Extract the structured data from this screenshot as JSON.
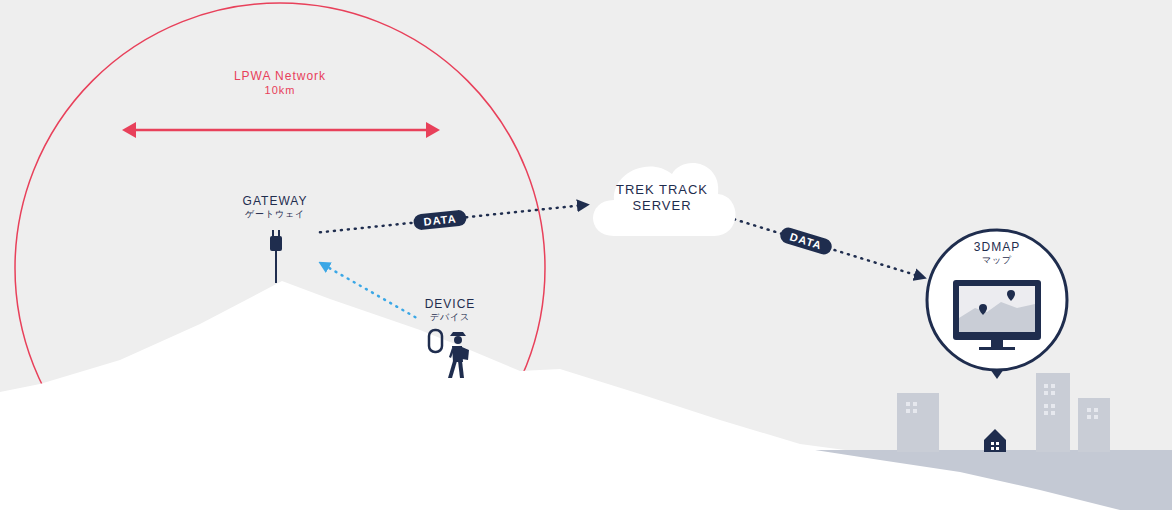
{
  "diagram": {
    "nodes": [
      {
        "text": [
          "LPWA Network",
          "10km"
        ]
      },
      {
        "text": [
          "GATEWAY",
          "ゲートウェイ"
        ],
        "in": 0
      },
      {
        "text": [
          "DEVICE",
          "デバイス"
        ],
        "in": 0
      },
      {
        "text": [
          "TREK TRACK SERVER"
        ]
      },
      {
        "text": [
          "3DMAP",
          "マップ"
        ]
      }
    ],
    "edges": [
      {
        "from": 2,
        "to": 1,
        "arrow": "to"
      },
      {
        "from": 1,
        "to": 3,
        "label": "DATA",
        "arrow": "to"
      },
      {
        "from": 3,
        "to": 4,
        "label": "DATA",
        "arrow": "to"
      }
    ]
  }
}
